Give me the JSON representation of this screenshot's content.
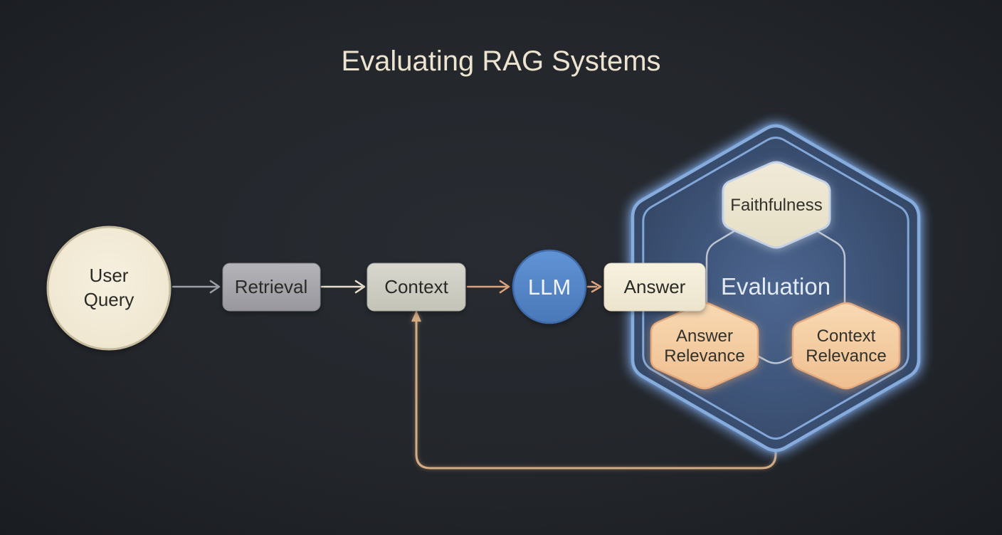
{
  "title": "Evaluating RAG Systems",
  "diagram": {
    "nodes": {
      "user_query": {
        "line1": "User",
        "line2": "Query",
        "shape": "circle"
      },
      "retrieval": {
        "label": "Retrieval",
        "shape": "rounded-rect"
      },
      "context": {
        "label": "Context",
        "shape": "rounded-rect"
      },
      "llm": {
        "label": "LLM",
        "shape": "circle"
      },
      "answer": {
        "label": "Answer",
        "shape": "rounded-rect"
      },
      "evaluation": {
        "label": "Evaluation",
        "shape": "glowing-double-hexagon"
      },
      "faithfulness": {
        "label": "Faithfulness",
        "shape": "hexagon"
      },
      "answer_relevance": {
        "line1": "Answer",
        "line2": "Relevance",
        "shape": "hexagon"
      },
      "context_relevance": {
        "line1": "Context",
        "line2": "Relevance",
        "shape": "hexagon"
      }
    },
    "edges": [
      {
        "from": "user_query",
        "to": "retrieval",
        "style": "arrow"
      },
      {
        "from": "retrieval",
        "to": "context",
        "style": "arrow"
      },
      {
        "from": "context",
        "to": "llm",
        "style": "arrow"
      },
      {
        "from": "llm",
        "to": "answer",
        "style": "arrow"
      },
      {
        "from": "evaluation",
        "to": "context",
        "style": "feedback-loop-arrow"
      },
      {
        "from": "faithfulness",
        "to": "answer_relevance",
        "style": "thin-link"
      },
      {
        "from": "faithfulness",
        "to": "context_relevance",
        "style": "thin-link"
      },
      {
        "from": "answer_relevance",
        "to": "context_relevance",
        "style": "thin-link"
      }
    ]
  },
  "colors": {
    "background": "#23262b",
    "title_text": "#ece4d0",
    "hexagon_glow_blue": "#86acdd",
    "hexagon_interior": "#3e5578",
    "evaluation_text": "#e3eaf4",
    "node_cream": "#f3ecd8",
    "node_gray": "#a7a7ad",
    "node_gray_light": "#cfcec4",
    "node_blue": "#5386c8",
    "node_peach": "#f5cfa5",
    "arrow_gray": "#9ba0a8",
    "arrow_cream": "#e8dfca",
    "arrow_peach": "#dda47e",
    "feedback_line": "#d3ab85",
    "metric_link": "#c9cfda",
    "llm_text": "#f1f5fb"
  }
}
